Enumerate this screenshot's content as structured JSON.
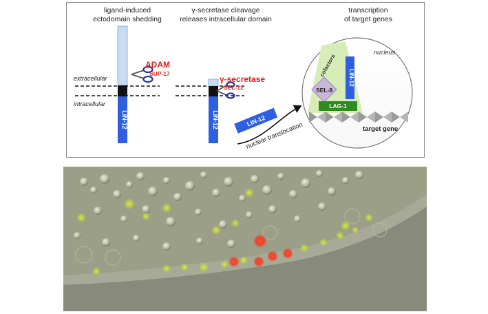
{
  "diagram": {
    "steps": [
      {
        "title_line1": "ligand-induced",
        "title_line2": "ectodomain shedding"
      },
      {
        "title_line1": "γ-secretase cleavage",
        "title_line2": "releases intracellular domain"
      },
      {
        "title_line1": "transcription",
        "title_line2": "of target genes"
      }
    ],
    "labels": {
      "extracellular": "extracellular",
      "intracellular": "intracellular",
      "receptor": "LIN-12",
      "adam": "ADAM",
      "sup17": "SUP-17",
      "gamma_secretase": "γ-secretase",
      "sel12": "SEL-12",
      "nuclear_translocation": "nuclear translocation",
      "nucleus": "nucleus",
      "cofactors": "cofactors",
      "sel8": "SEL-8",
      "lag1": "LAG-1",
      "target_gene": "target gene"
    },
    "colors": {
      "receptor_blue": "#2e5fe0",
      "ectodomain_lightblue": "#c7dcf2",
      "tm_black": "#111111",
      "enzyme_red": "#e0201a",
      "lag1_green": "#2f8a1f",
      "cofactor_green": "#d7ecb7",
      "sel8_purple": "#c9b6db",
      "dna_gray": "#8a8a8a"
    }
  },
  "micrograph": {
    "background": "#8f9282",
    "red_nuclei_color": "#ff2a14",
    "green_nuclei_color": "#c8e030"
  }
}
